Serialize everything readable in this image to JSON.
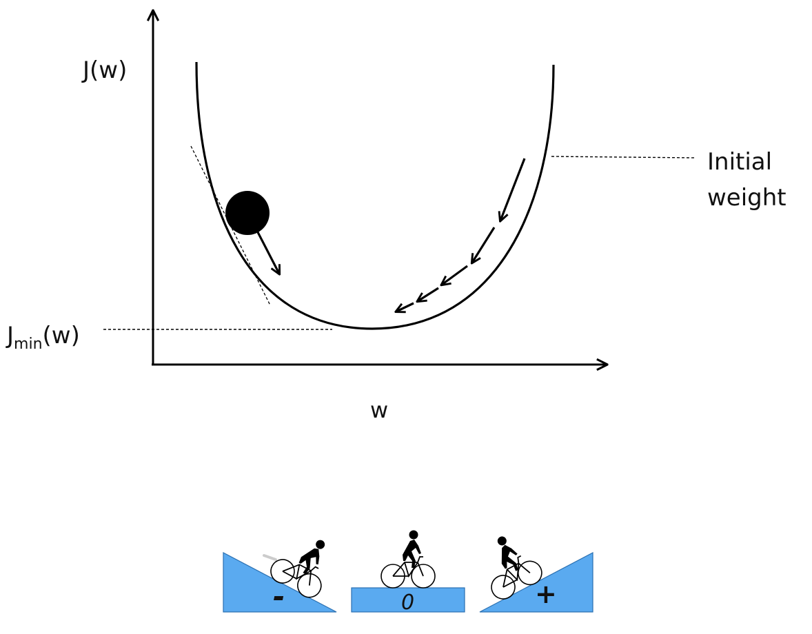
{
  "labels": {
    "y_axis": "J(w)",
    "x_axis": "w",
    "jmin_base": "J",
    "jmin_sub": "min",
    "jmin_tail": "(w)",
    "initial_weight_line1": "Initial",
    "initial_weight_line2": "weight"
  },
  "slope_signs": {
    "negative": "-",
    "zero": "0",
    "positive": "+"
  },
  "colors": {
    "ink": "#000000",
    "ramp_fill": "#5aaaf0",
    "ramp_stroke": "#2a6fb0"
  },
  "icons": {
    "ball": "ball-icon",
    "cyclist": "cyclist-icon"
  }
}
